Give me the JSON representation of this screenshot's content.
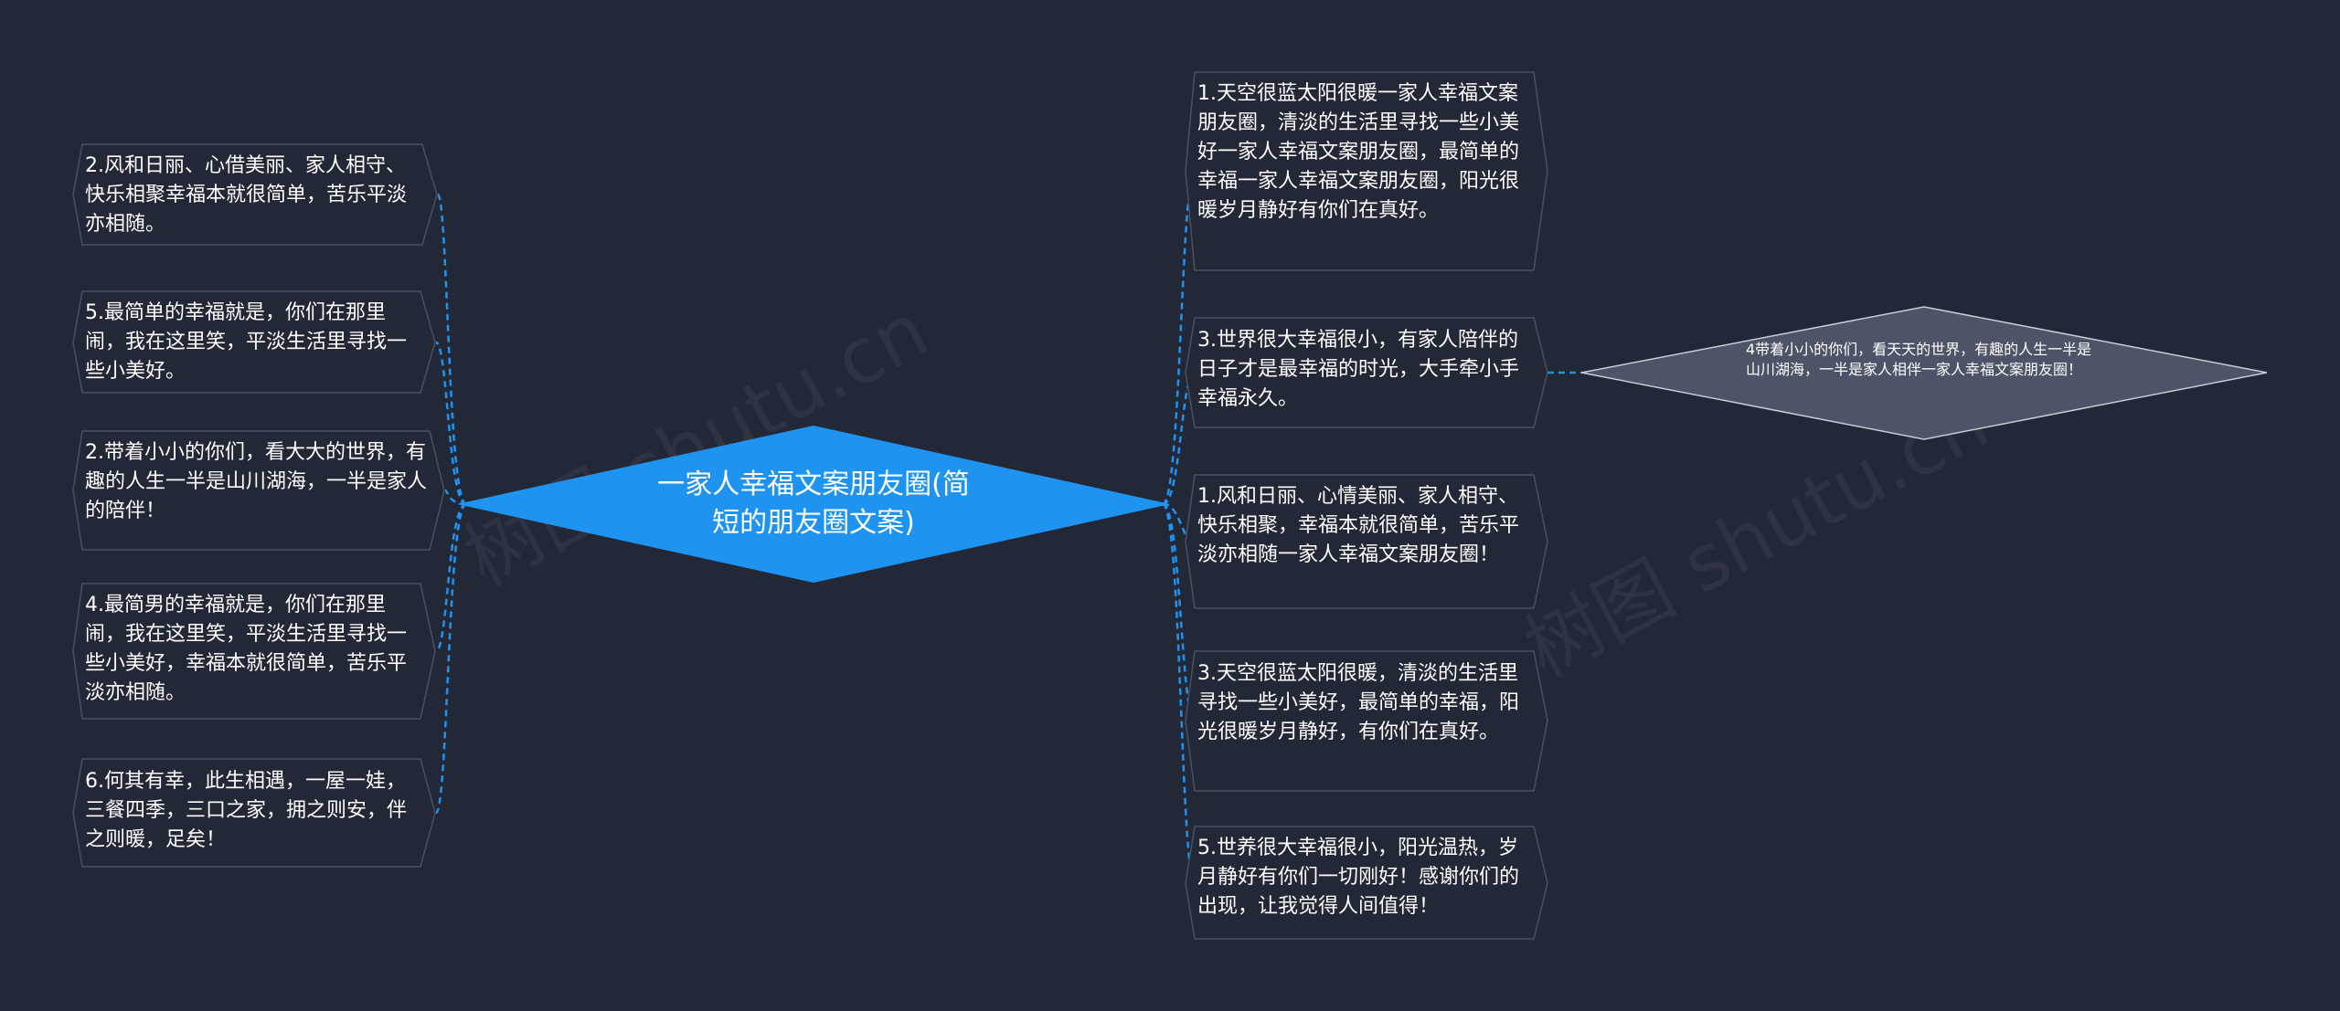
{
  "root": {
    "text_line1": "一家人幸福文案朋友圈(简",
    "text_line2": "短的朋友圈文案)"
  },
  "left_branches": [
    "2.风和日丽、心借美丽、家人相守、快乐相聚幸福本就很简单，苦乐平淡亦相随。",
    "5.最简单的幸福就是，你们在那里闹，我在这里笑，平淡生活里寻找一些小美好。",
    "2.带着小小的你们，看大大的世界，有趣的人生一半是山川湖海，一半是家人的陪伴！",
    "4.最简男的幸福就是，你们在那里闹，我在这里笑，平淡生活里寻找一些小美好，幸福本就很简单，苦乐平淡亦相随。",
    "6.何其有幸，此生相遇，一屋一娃，三餐四季，三口之家，拥之则安，伴之则暖，足矣！"
  ],
  "right_branches": [
    "1.天空很蓝太阳很暖一家人幸福文案朋友圈，清淡的生活里寻找一些小美好一家人幸福文案朋友圈，最简单的幸福一家人幸福文案朋友圈，阳光很暖岁月静好有你们在真好。",
    "3.世界很大幸福很小，有家人陪伴的日子才是最幸福的时光，大手牵小手幸福永久。",
    "1.风和日丽、心情美丽、家人相守、快乐相聚，幸福本就很简单，苦乐平淡亦相随一家人幸福文案朋友圈！",
    "3.天空很蓝太阳很暖，清淡的生活里寻找一些小美好，最简单的幸福，阳光很暖岁月静好，有你们在真好。",
    "5.世养很大幸福很小，阳光温热，岁月静好有你们一切刚好！感谢你们的出现，让我觉得人间值得！"
  ],
  "sub_leaf": "4带着小小的你们，看天天的世界，有趣的人生一半是山川湖海，一半是家人相伴一家人幸福文案朋友圈！",
  "colors": {
    "background": "#232837",
    "root_fill": "#1f93f0",
    "node_fill": "#232837",
    "node_stroke": "#4b5060",
    "connector": "#1f93f0",
    "leaf_fill": "#4e5468",
    "leaf_stroke": "#c8ccd6"
  }
}
